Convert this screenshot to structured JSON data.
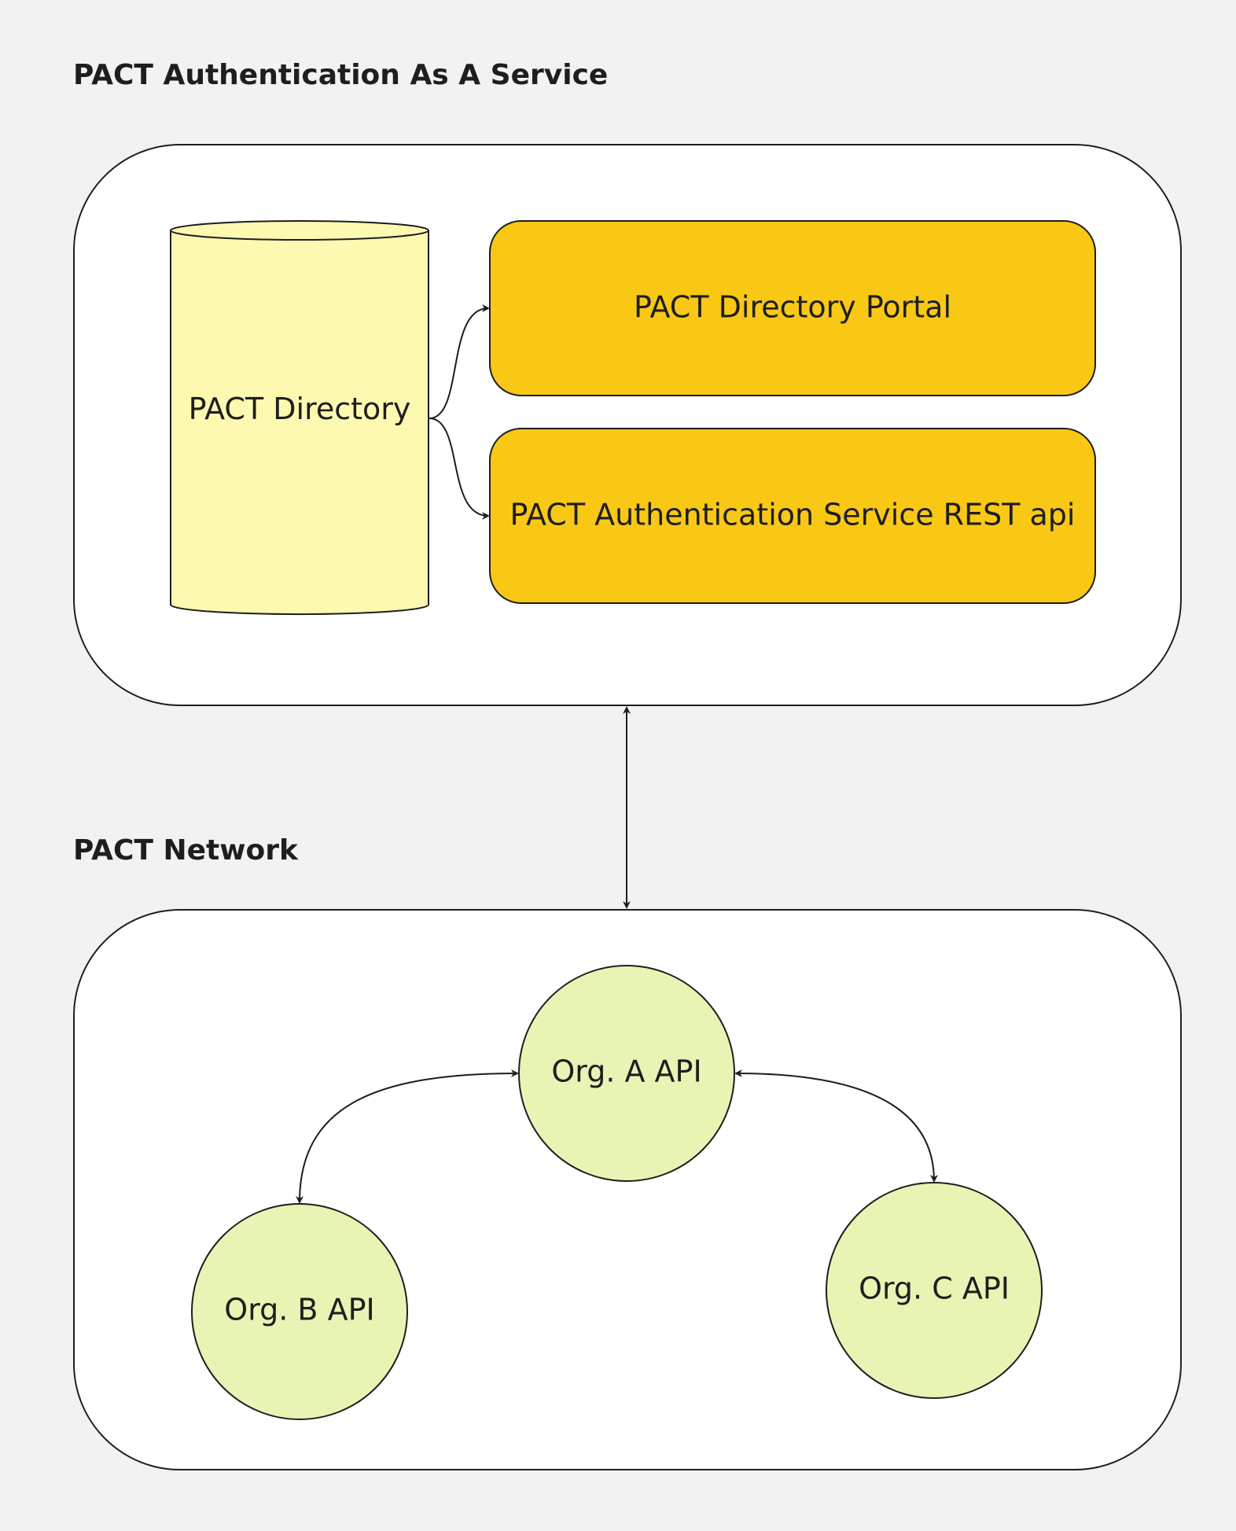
{
  "sections": {
    "service_title": "PACT Authentication As A Service",
    "network_title": "PACT Network"
  },
  "nodes": {
    "directory": "PACT Directory",
    "portal": "PACT Directory Portal",
    "rest_api": "PACT Authentication Service REST api",
    "org_a": "Org. A API",
    "org_b": "Org. B API",
    "org_c": "Org. C API"
  },
  "colors": {
    "background": "#f2f2f2",
    "container_fill": "#ffffff",
    "stroke": "#1e1e1e",
    "database_fill": "#fdf9b1",
    "service_fill": "#f8c815",
    "org_fill": "#e8f4b4",
    "text": "#1e1e1e"
  }
}
